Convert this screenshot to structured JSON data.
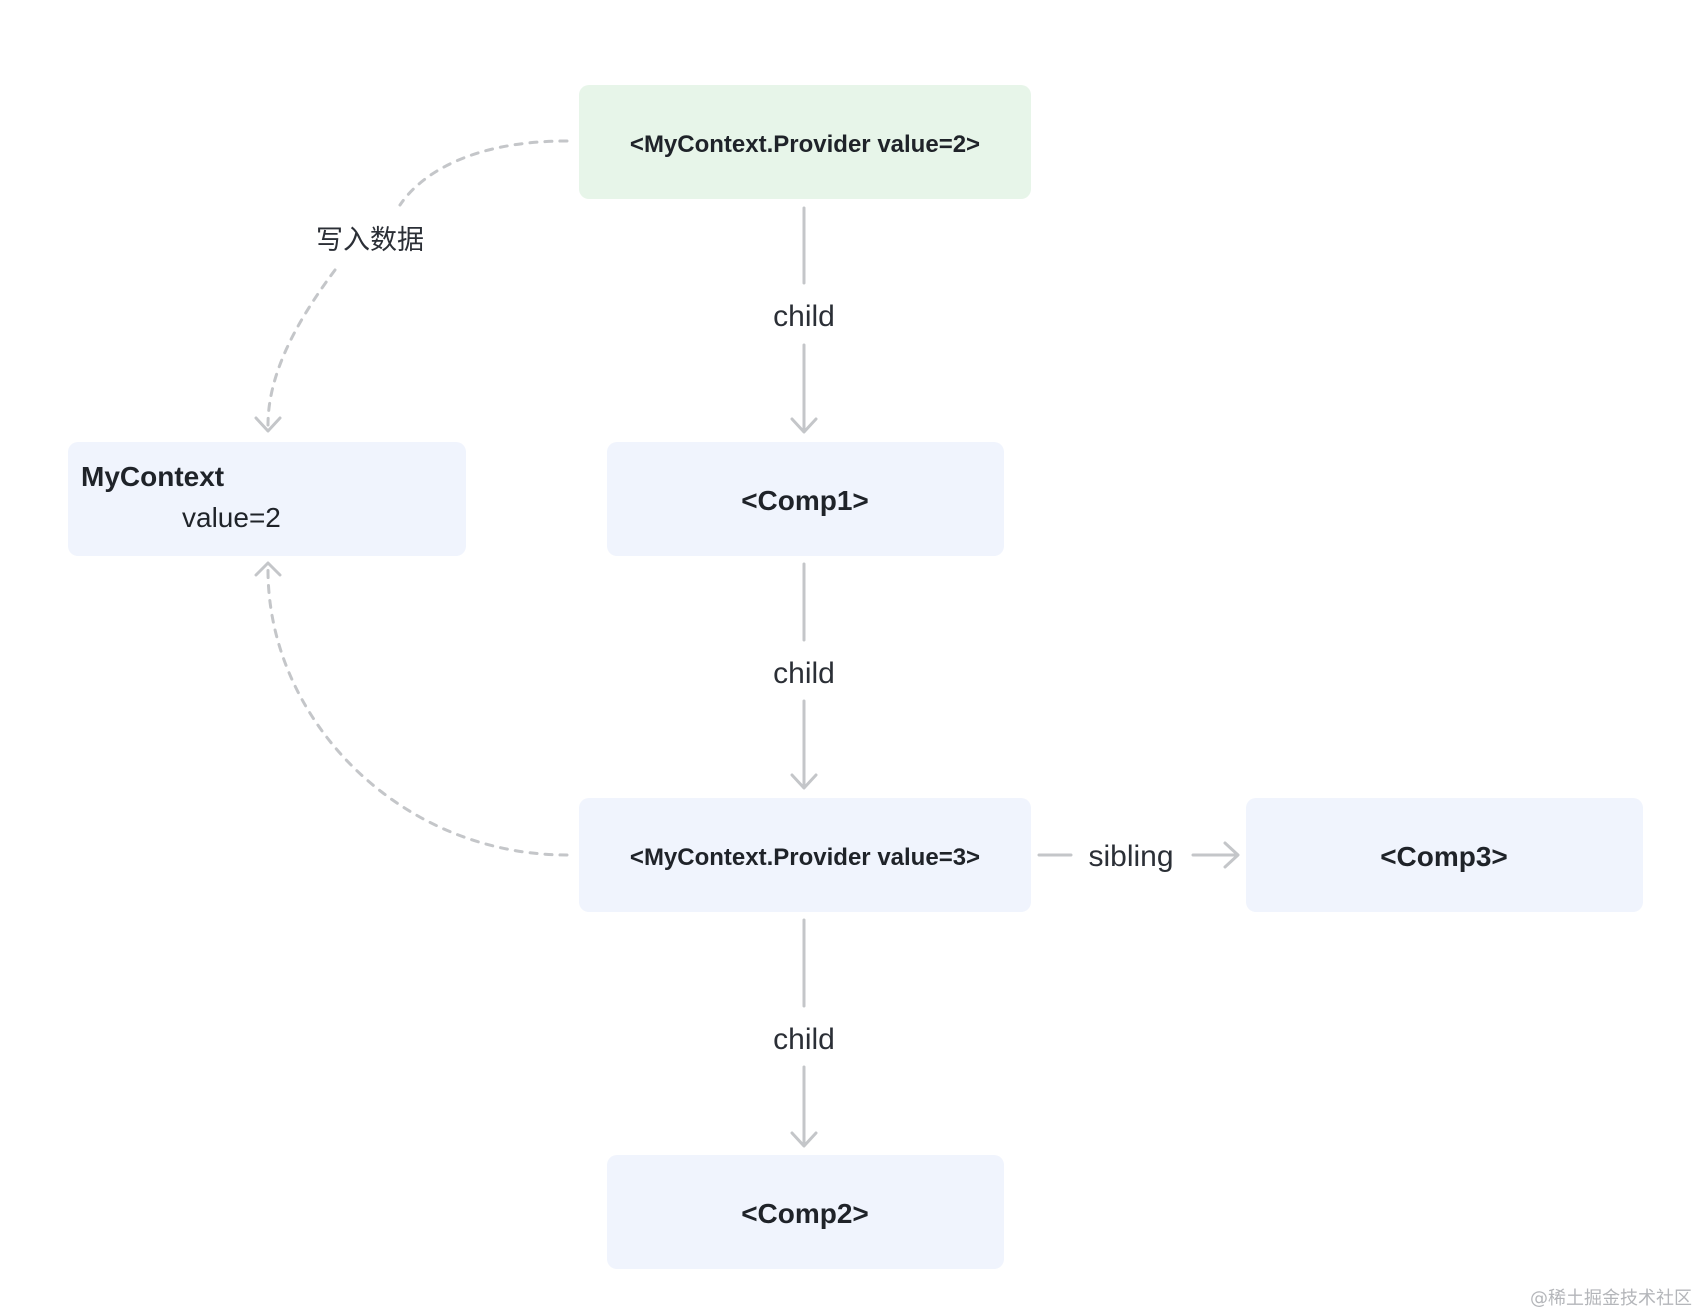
{
  "colors": {
    "background": "#ffffff",
    "provider_root_fill": "#e7f5e9",
    "node_fill": "#f0f4fd",
    "edge_stroke": "#c4c6c9",
    "text": "#1f2329",
    "watermark": "#b4b6ba"
  },
  "nodes": {
    "provider_root": {
      "label": "<MyContext.Provider value=2>"
    },
    "mycontext": {
      "title": "MyContext",
      "value": "value=2"
    },
    "comp1": {
      "label": "<Comp1>"
    },
    "provider_inner": {
      "label": "<MyContext.Provider value=3>"
    },
    "comp3": {
      "label": "<Comp3>"
    },
    "comp2": {
      "label": "<Comp2>"
    }
  },
  "edges": {
    "write_data": {
      "label": "写入数据"
    },
    "child_1": {
      "label": "child"
    },
    "child_2": {
      "label": "child"
    },
    "child_3": {
      "label": "child"
    },
    "sibling": {
      "label": "sibling"
    }
  },
  "watermark": {
    "text": "@稀土掘金技术社区"
  }
}
